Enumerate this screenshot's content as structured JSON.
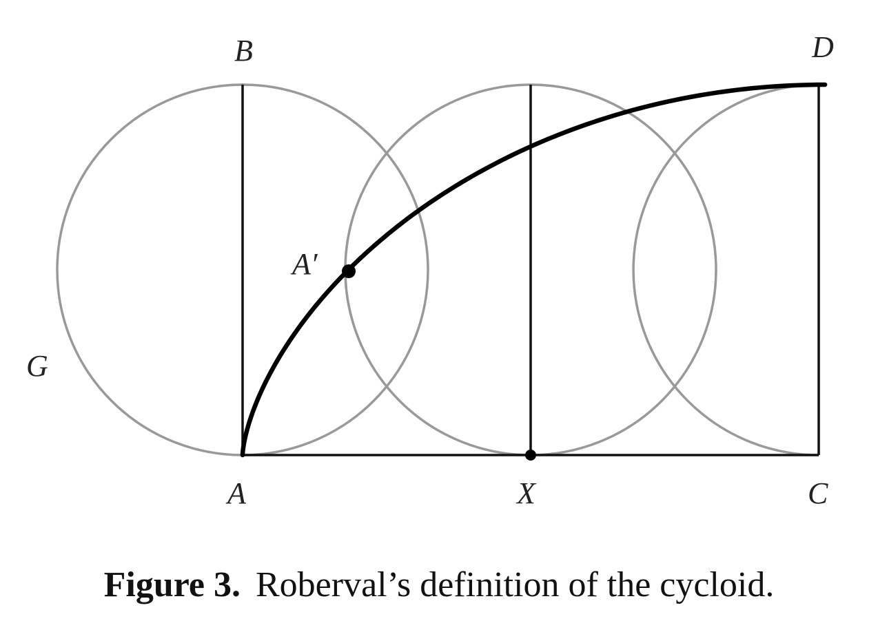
{
  "figure": {
    "labels": {
      "A": "A",
      "B": "B",
      "C": "C",
      "D": "D",
      "G": "G",
      "X": "X",
      "A_prime": "A′"
    },
    "caption": {
      "number": "Figure 3.",
      "text": "Roberval’s definition of the cycloid."
    }
  },
  "colors": {
    "circle": "#999999",
    "line": "#111111",
    "curve": "#000000"
  }
}
